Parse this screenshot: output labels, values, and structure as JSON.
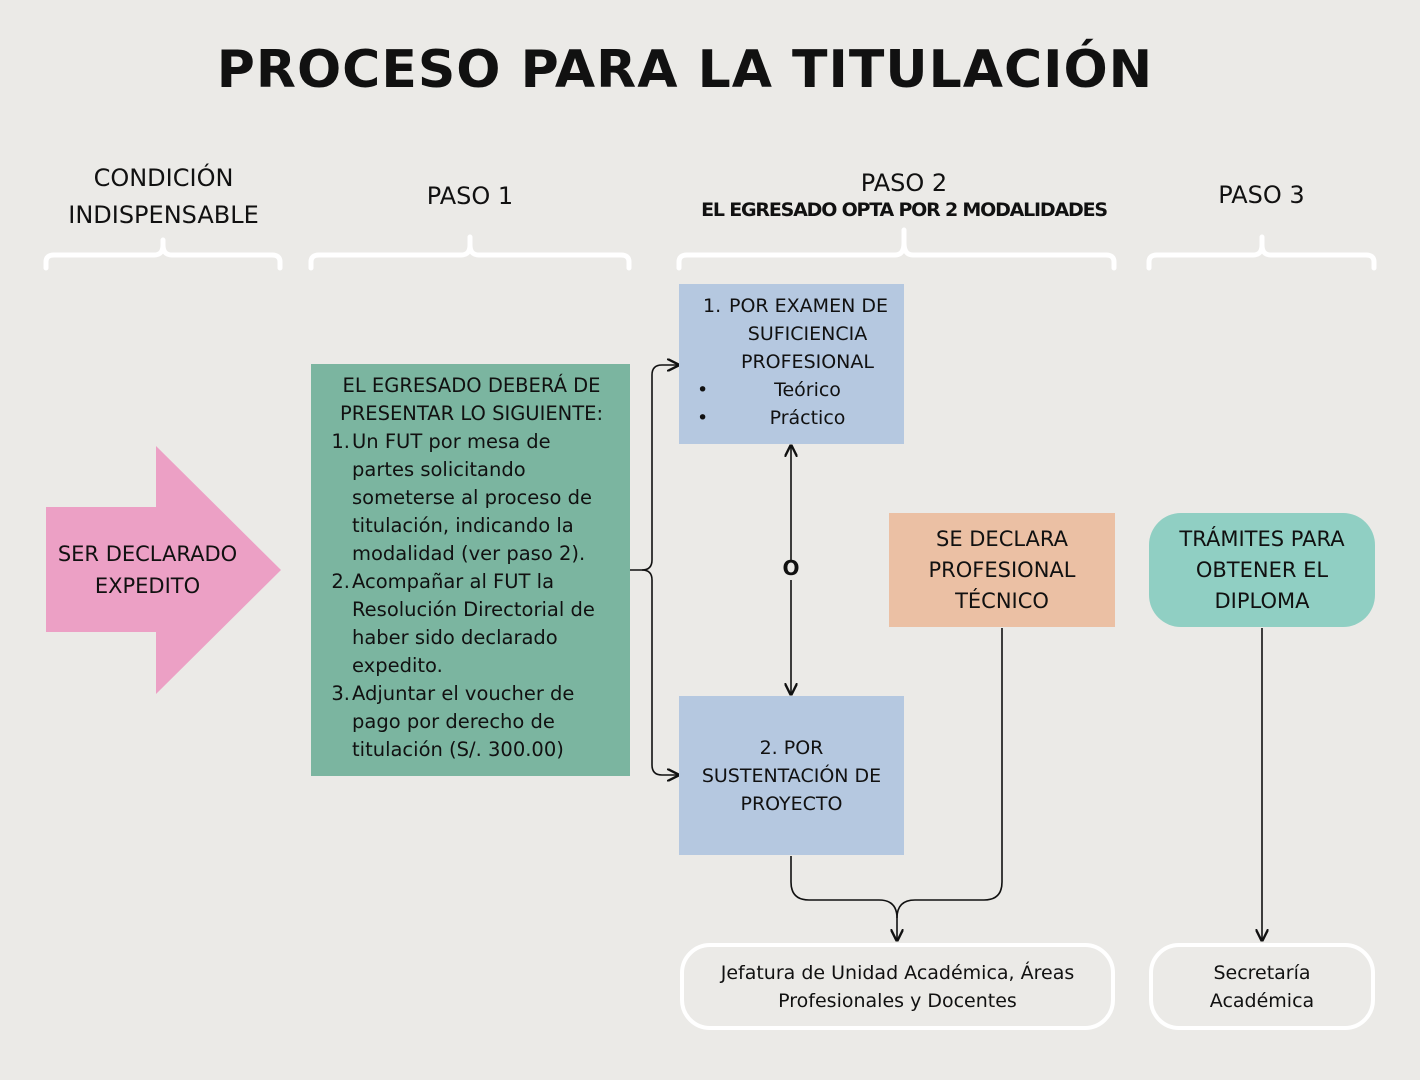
{
  "title": "PROCESO PARA LA TITULACIÓN",
  "columns": {
    "condicion": [
      "CONDICIÓN",
      "INDISPENSABLE"
    ],
    "paso1": "PASO 1",
    "paso2": "PASO 2",
    "paso2_sub": "EL EGRESADO OPTA POR 2 MODALIDADES",
    "paso3": "PASO 3"
  },
  "arrow_label": [
    "SER DECLARADO",
    "EXPEDITO"
  ],
  "paso1_box": {
    "intro": [
      "EL EGRESADO DEBERÁ DE",
      "PRESENTAR LO SIGUIENTE:"
    ],
    "items": [
      {
        "num": "1.",
        "text": "Un FUT por mesa de partes solicitando someterse al proceso de titulación, indicando la modalidad (ver paso 2)."
      },
      {
        "num": "2.",
        "text": "Acompañar al FUT la Resolución Directorial de haber sido declarado expedito."
      },
      {
        "num": "3.",
        "text": "Adjuntar el voucher de pago por derecho de titulación (S/. 300.00)"
      }
    ]
  },
  "modalidad1": {
    "num": "1.",
    "title": [
      "POR EXAMEN DE",
      "SUFICIENCIA",
      "PROFESIONAL"
    ],
    "bullets": [
      "Teórico",
      "Práctico"
    ]
  },
  "or_label": "O",
  "modalidad2": [
    "2. POR",
    "SUSTENTACIÓN DE",
    "PROYECTO"
  ],
  "declara": [
    "SE DECLARA",
    "PROFESIONAL",
    "TÉCNICO"
  ],
  "tramites": [
    "TRÁMITES PARA",
    "OBTENER EL",
    "DIPLOMA"
  ],
  "jefatura": [
    "Jefatura de Unidad Académica, Áreas",
    "Profesionales y Docentes"
  ],
  "secretaria": [
    "Secretaría",
    "Académica"
  ],
  "colors": {
    "pink": "#eca0c5",
    "green": "#7bb5a0",
    "blue": "#b5c8e0",
    "peach": "#ebc0a4",
    "teal": "#90cfc3"
  }
}
